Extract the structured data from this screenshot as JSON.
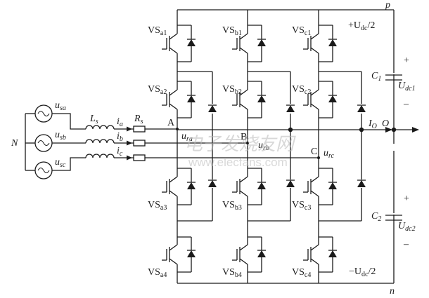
{
  "labels": {
    "rail_p": "p",
    "rail_n": "n",
    "neutral": "N",
    "node_o": "O",
    "current_o_main": "I",
    "current_o_sub": "O",
    "dc_plus_top_main": "+U",
    "dc_plus_top_sub": "dc",
    "dc_plus_top_tail": "/2",
    "dc_minus_bot_main": "−U",
    "dc_minus_bot_sub": "dc",
    "dc_minus_bot_tail": "/2",
    "cap1_main": "C",
    "cap1_sub": "1",
    "cap2_main": "C",
    "cap2_sub": "2",
    "udc1_main": "U",
    "udc1_sub": "dc1",
    "udc2_main": "U",
    "udc2_sub": "dc2",
    "plus_sign": "+",
    "minus_sign": "–",
    "inductor_main": "L",
    "inductor_sub": "s",
    "resistor_main": "R",
    "resistor_sub": "s",
    "node_a": "A",
    "node_b": "B",
    "node_c": "C"
  },
  "sources": [
    {
      "main": "u",
      "sub": "sa"
    },
    {
      "main": "u",
      "sub": "sb"
    },
    {
      "main": "u",
      "sub": "sc"
    }
  ],
  "line_currents": [
    {
      "main": "i",
      "sub": "a"
    },
    {
      "main": "i",
      "sub": "b"
    },
    {
      "main": "i",
      "sub": "c"
    }
  ],
  "rectifier_voltages": [
    {
      "main": "u",
      "sub": "ra"
    },
    {
      "main": "u",
      "sub": "rb"
    },
    {
      "main": "u",
      "sub": "rc"
    }
  ],
  "switches": {
    "a": [
      {
        "main": "VS",
        "sub": "a1"
      },
      {
        "main": "VS",
        "sub": "a2"
      },
      {
        "main": "VS",
        "sub": "a3"
      },
      {
        "main": "VS",
        "sub": "a4"
      }
    ],
    "b": [
      {
        "main": "VS",
        "sub": "b1"
      },
      {
        "main": "VS",
        "sub": "b2"
      },
      {
        "main": "VS",
        "sub": "b3"
      },
      {
        "main": "VS",
        "sub": "b4"
      }
    ],
    "c": [
      {
        "main": "VS",
        "sub": "c1"
      },
      {
        "main": "VS",
        "sub": "c2"
      },
      {
        "main": "VS",
        "sub": "c3"
      },
      {
        "main": "VS",
        "sub": "c4"
      }
    ]
  },
  "watermark": {
    "cn": "电子发烧友网",
    "url": "www.elecfans.com"
  }
}
